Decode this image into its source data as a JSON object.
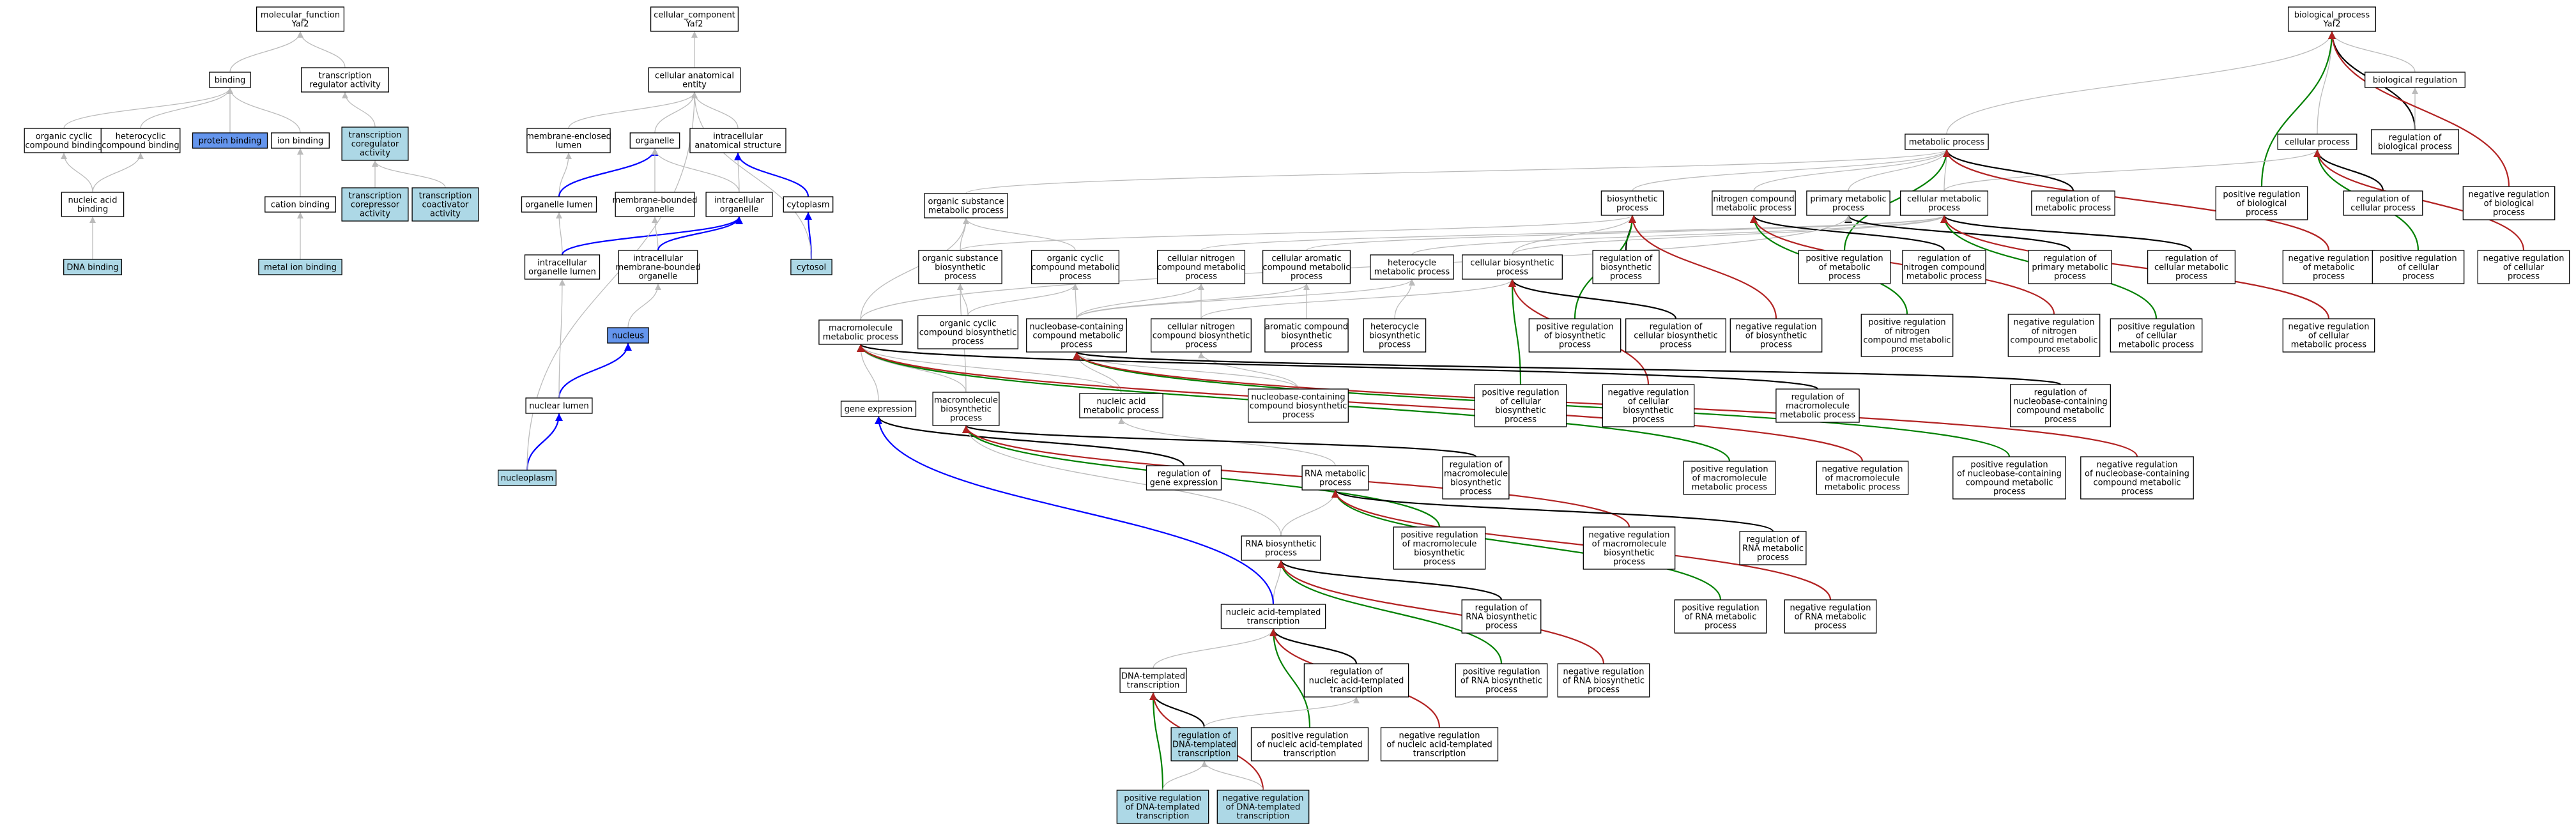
{
  "colors": {
    "plain": "#ffffff",
    "annotated": "#add8e6",
    "highlighted": "#6495ed",
    "is_a": "#bbbbbb",
    "part_of": "#0000ff",
    "regulates": "#000000",
    "positively_regulates": "#008000",
    "negatively_regulates": "#b22222"
  },
  "nodes": [
    {
      "id": "mf",
      "label": "molecular_function\nYaf2",
      "fill": "plain"
    },
    {
      "id": "binding",
      "label": "binding",
      "fill": "plain"
    },
    {
      "id": "trreg",
      "label": "transcription\nregulator activity",
      "fill": "plain"
    },
    {
      "id": "occb",
      "label": "organic cyclic\ncompound binding",
      "fill": "plain"
    },
    {
      "id": "hccb",
      "label": "heterocyclic\ncompound binding",
      "fill": "plain"
    },
    {
      "id": "protbind",
      "label": "protein binding",
      "fill": "highlighted"
    },
    {
      "id": "ionbind",
      "label": "ion binding",
      "fill": "plain"
    },
    {
      "id": "trcoreg",
      "label": "transcription\ncoregulator\nactivity",
      "fill": "annotated"
    },
    {
      "id": "nabind",
      "label": "nucleic acid\nbinding",
      "fill": "plain"
    },
    {
      "id": "catbind",
      "label": "cation binding",
      "fill": "plain"
    },
    {
      "id": "trcorep",
      "label": "transcription\ncorepressor\nactivity",
      "fill": "annotated"
    },
    {
      "id": "trcoact",
      "label": "transcription\ncoactivator\nactivity",
      "fill": "annotated"
    },
    {
      "id": "dnabind",
      "label": "DNA binding",
      "fill": "annotated"
    },
    {
      "id": "metalbind",
      "label": "metal ion binding",
      "fill": "annotated"
    },
    {
      "id": "cc",
      "label": "cellular_component\nYaf2",
      "fill": "plain"
    },
    {
      "id": "cae",
      "label": "cellular anatomical\nentity",
      "fill": "plain"
    },
    {
      "id": "meml",
      "label": "membrane-enclosed\nlumen",
      "fill": "plain"
    },
    {
      "id": "organelle",
      "label": "organelle",
      "fill": "plain"
    },
    {
      "id": "ias",
      "label": "intracellular\nanatomical structure",
      "fill": "plain"
    },
    {
      "id": "orglumen",
      "label": "organelle lumen",
      "fill": "plain"
    },
    {
      "id": "mbo",
      "label": "membrane-bounded\norganelle",
      "fill": "plain"
    },
    {
      "id": "intorg",
      "label": "intracellular\norganelle",
      "fill": "plain"
    },
    {
      "id": "cytoplasm",
      "label": "cytoplasm",
      "fill": "plain"
    },
    {
      "id": "iol",
      "label": "intracellular\norganelle lumen",
      "fill": "plain"
    },
    {
      "id": "imbo",
      "label": "intracellular\nmembrane-bounded\norganelle",
      "fill": "plain"
    },
    {
      "id": "cytosol",
      "label": "cytosol",
      "fill": "annotated"
    },
    {
      "id": "nucleus",
      "label": "nucleus",
      "fill": "highlighted"
    },
    {
      "id": "nuclumen",
      "label": "nuclear lumen",
      "fill": "plain"
    },
    {
      "id": "nucleoplasm",
      "label": "nucleoplasm",
      "fill": "annotated"
    },
    {
      "id": "bp",
      "label": "biological_process\nYaf2",
      "fill": "plain"
    },
    {
      "id": "bioreg",
      "label": "biological regulation",
      "fill": "plain"
    },
    {
      "id": "metproc",
      "label": "metabolic process",
      "fill": "plain"
    },
    {
      "id": "cellproc",
      "label": "cellular process",
      "fill": "plain"
    },
    {
      "id": "regbp",
      "label": "regulation of\nbiological process",
      "fill": "plain"
    },
    {
      "id": "osmp",
      "label": "organic substance\nmetabolic process",
      "fill": "plain"
    },
    {
      "id": "biosyn",
      "label": "biosynthetic\nprocess",
      "fill": "plain"
    },
    {
      "id": "ncmp",
      "label": "nitrogen compound\nmetabolic process",
      "fill": "plain"
    },
    {
      "id": "primmp",
      "label": "primary metabolic\nprocess",
      "fill": "plain"
    },
    {
      "id": "cellmp",
      "label": "cellular metabolic\nprocess",
      "fill": "plain"
    },
    {
      "id": "regmp",
      "label": "regulation of\nmetabolic process",
      "fill": "plain"
    },
    {
      "id": "posregbp",
      "label": "positive regulation\nof biological\nprocess",
      "fill": "plain"
    },
    {
      "id": "regcp",
      "label": "regulation of\ncellular process",
      "fill": "plain"
    },
    {
      "id": "negregbp",
      "label": "negative regulation\nof biological\nprocess",
      "fill": "plain"
    },
    {
      "id": "osbp",
      "label": "organic substance\nbiosynthetic\nprocess",
      "fill": "plain"
    },
    {
      "id": "occmp",
      "label": "organic cyclic\ncompound metabolic\nprocess",
      "fill": "plain"
    },
    {
      "id": "cncmp",
      "label": "cellular nitrogen\ncompound metabolic\nprocess",
      "fill": "plain"
    },
    {
      "id": "cacmp",
      "label": "cellular aromatic\ncompound metabolic\nprocess",
      "fill": "plain"
    },
    {
      "id": "hcmp",
      "label": "heterocycle\nmetabolic process",
      "fill": "plain"
    },
    {
      "id": "cbp",
      "label": "cellular biosynthetic\nprocess",
      "fill": "plain"
    },
    {
      "id": "regbsp",
      "label": "regulation of\nbiosynthetic\nprocess",
      "fill": "plain"
    },
    {
      "id": "posregmp",
      "label": "positive regulation\nof metabolic\nprocess",
      "fill": "plain"
    },
    {
      "id": "regncmp",
      "label": "regulation of\nnitrogen compound\nmetabolic process",
      "fill": "plain"
    },
    {
      "id": "regprimmp",
      "label": "regulation of\nprimary metabolic\nprocess",
      "fill": "plain"
    },
    {
      "id": "regcellmp",
      "label": "regulation of\ncellular metabolic\nprocess",
      "fill": "plain"
    },
    {
      "id": "negregmp",
      "label": "negative regulation\nof metabolic\nprocess",
      "fill": "plain"
    },
    {
      "id": "posregcp",
      "label": "positive regulation\nof cellular\nprocess",
      "fill": "plain"
    },
    {
      "id": "negregcp",
      "label": "negative regulation\nof cellular\nprocess",
      "fill": "plain"
    },
    {
      "id": "macromp",
      "label": "macromolecule\nmetabolic process",
      "fill": "plain"
    },
    {
      "id": "occbp",
      "label": "organic cyclic\ncompound biosynthetic\nprocess",
      "fill": "plain"
    },
    {
      "id": "nccmp",
      "label": "nucleobase-containing\ncompound metabolic\nprocess",
      "fill": "plain"
    },
    {
      "id": "cncbp",
      "label": "cellular nitrogen\ncompound biosynthetic\nprocess",
      "fill": "plain"
    },
    {
      "id": "acbp",
      "label": "aromatic compound\nbiosynthetic\nprocess",
      "fill": "plain"
    },
    {
      "id": "hcbp",
      "label": "heterocycle\nbiosynthetic\nprocess",
      "fill": "plain"
    },
    {
      "id": "posregbsp",
      "label": "positive regulation\nof biosynthetic\nprocess",
      "fill": "plain"
    },
    {
      "id": "regcbp",
      "label": "regulation of\ncellular biosynthetic\nprocess",
      "fill": "plain"
    },
    {
      "id": "negregbsp",
      "label": "negative regulation\nof biosynthetic\nprocess",
      "fill": "plain"
    },
    {
      "id": "posregncmp",
      "label": "positive regulation\nof nitrogen\ncompound metabolic\nprocess",
      "fill": "plain"
    },
    {
      "id": "negregncmp",
      "label": "negative regulation\nof nitrogen\ncompound metabolic\nprocess",
      "fill": "plain"
    },
    {
      "id": "posregcellmp",
      "label": "positive regulation\nof cellular\nmetabolic process",
      "fill": "plain"
    },
    {
      "id": "negregcellmp",
      "label": "negative regulation\nof cellular\nmetabolic process",
      "fill": "plain"
    },
    {
      "id": "geneexp",
      "label": "gene expression",
      "fill": "plain"
    },
    {
      "id": "macrobp",
      "label": "macromolecule\nbiosynthetic\nprocess",
      "fill": "plain"
    },
    {
      "id": "namp",
      "label": "nucleic acid\nmetabolic process",
      "fill": "plain"
    },
    {
      "id": "ncbp",
      "label": "nucleobase-containing\ncompound biosynthetic\nprocess",
      "fill": "plain"
    },
    {
      "id": "posregcbp",
      "label": "positive regulation\nof cellular\nbiosynthetic\nprocess",
      "fill": "plain"
    },
    {
      "id": "negregcbp",
      "label": "negative regulation\nof cellular\nbiosynthetic\nprocess",
      "fill": "plain"
    },
    {
      "id": "regmacromp",
      "label": "regulation of\nmacromolecule\nmetabolic process",
      "fill": "plain"
    },
    {
      "id": "regnccmp",
      "label": "regulation of\nnucleobase-containing\ncompound metabolic\nprocess",
      "fill": "plain"
    },
    {
      "id": "reggeneexp",
      "label": "regulation of\ngene expression",
      "fill": "plain"
    },
    {
      "id": "rnamp",
      "label": "RNA metabolic\nprocess",
      "fill": "plain"
    },
    {
      "id": "regmacrobp",
      "label": "regulation of\nmacromolecule\nbiosynthetic\nprocess",
      "fill": "plain"
    },
    {
      "id": "posregmacromp",
      "label": "positive regulation\nof macromolecule\nmetabolic process",
      "fill": "plain"
    },
    {
      "id": "negregmacromp",
      "label": "negative regulation\nof macromolecule\nmetabolic process",
      "fill": "plain"
    },
    {
      "id": "posregnccmp",
      "label": "positive regulation\nof nucleobase-containing\ncompound metabolic\nprocess",
      "fill": "plain"
    },
    {
      "id": "negregnccmp",
      "label": "negative regulation\nof nucleobase-containing\ncompound metabolic\nprocess",
      "fill": "plain"
    },
    {
      "id": "rnabp",
      "label": "RNA biosynthetic\nprocess",
      "fill": "plain"
    },
    {
      "id": "posregmacrobp",
      "label": "positive regulation\nof macromolecule\nbiosynthetic\nprocess",
      "fill": "plain"
    },
    {
      "id": "negregmacrobp",
      "label": "negative regulation\nof macromolecule\nbiosynthetic\nprocess",
      "fill": "plain"
    },
    {
      "id": "regrnamp",
      "label": "regulation of\nRNA metabolic\nprocess",
      "fill": "plain"
    },
    {
      "id": "natt",
      "label": "nucleic acid-templated\ntranscription",
      "fill": "plain"
    },
    {
      "id": "regrnabp",
      "label": "regulation of\nRNA biosynthetic\nprocess",
      "fill": "plain"
    },
    {
      "id": "posregrnamp",
      "label": "positive regulation\nof RNA metabolic\nprocess",
      "fill": "plain"
    },
    {
      "id": "negregrnamp",
      "label": "negative regulation\nof RNA metabolic\nprocess",
      "fill": "plain"
    },
    {
      "id": "dnatt",
      "label": "DNA-templated\ntranscription",
      "fill": "plain"
    },
    {
      "id": "regnatt",
      "label": "regulation of\nnucleic acid-templated\ntranscription",
      "fill": "plain"
    },
    {
      "id": "posregrnabp",
      "label": "positive regulation\nof RNA biosynthetic\nprocess",
      "fill": "plain"
    },
    {
      "id": "negregrnabp",
      "label": "negative regulation\nof RNA biosynthetic\nprocess",
      "fill": "plain"
    },
    {
      "id": "regdnatt",
      "label": "regulation of\nDNA-templated\ntranscription",
      "fill": "annotated"
    },
    {
      "id": "posregnatt",
      "label": "positive regulation\nof nucleic acid-templated\ntranscription",
      "fill": "plain"
    },
    {
      "id": "negregnatt",
      "label": "negative regulation\nof nucleic acid-templated\ntranscription",
      "fill": "plain"
    },
    {
      "id": "posregdnatt",
      "label": "positive regulation\nof DNA-templated\ntranscription",
      "fill": "annotated"
    },
    {
      "id": "negregdnatt",
      "label": "negative regulation\nof DNA-templated\ntranscription",
      "fill": "annotated"
    }
  ],
  "edges": [
    [
      "binding",
      "mf",
      "is_a"
    ],
    [
      "trreg",
      "mf",
      "is_a"
    ],
    [
      "occb",
      "binding",
      "is_a"
    ],
    [
      "hccb",
      "binding",
      "is_a"
    ],
    [
      "protbind",
      "binding",
      "is_a"
    ],
    [
      "ionbind",
      "binding",
      "is_a"
    ],
    [
      "trcoreg",
      "trreg",
      "is_a"
    ],
    [
      "nabind",
      "occb",
      "is_a"
    ],
    [
      "nabind",
      "hccb",
      "is_a"
    ],
    [
      "catbind",
      "ionbind",
      "is_a"
    ],
    [
      "trcorep",
      "trcoreg",
      "is_a"
    ],
    [
      "trcoact",
      "trcoreg",
      "is_a"
    ],
    [
      "dnabind",
      "nabind",
      "is_a"
    ],
    [
      "metalbind",
      "catbind",
      "is_a"
    ],
    [
      "cae",
      "cc",
      "is_a"
    ],
    [
      "meml",
      "cae",
      "is_a"
    ],
    [
      "organelle",
      "cae",
      "is_a"
    ],
    [
      "ias",
      "cae",
      "is_a"
    ],
    [
      "orglumen",
      "meml",
      "is_a"
    ],
    [
      "orglumen",
      "organelle",
      "part_of"
    ],
    [
      "mbo",
      "organelle",
      "is_a"
    ],
    [
      "intorg",
      "organelle",
      "is_a"
    ],
    [
      "intorg",
      "ias",
      "is_a"
    ],
    [
      "cytoplasm",
      "ias",
      "part_of"
    ],
    [
      "cytosol",
      "cytoplasm",
      "part_of"
    ],
    [
      "cytosol",
      "cae",
      "is_a"
    ],
    [
      "iol",
      "orglumen",
      "is_a"
    ],
    [
      "iol",
      "intorg",
      "part_of"
    ],
    [
      "imbo",
      "mbo",
      "is_a"
    ],
    [
      "imbo",
      "intorg",
      "part_of"
    ],
    [
      "nucleus",
      "imbo",
      "is_a"
    ],
    [
      "nuclumen",
      "nucleus",
      "part_of"
    ],
    [
      "nuclumen",
      "iol",
      "is_a"
    ],
    [
      "nucleoplasm",
      "nuclumen",
      "part_of"
    ],
    [
      "nucleoplasm",
      "cae",
      "is_a"
    ],
    [
      "metproc",
      "bp",
      "is_a"
    ],
    [
      "cellproc",
      "bp",
      "is_a"
    ],
    [
      "regbp",
      "bp",
      "regulates"
    ],
    [
      "regbp",
      "bioreg",
      "is_a"
    ],
    [
      "bioreg",
      "bp",
      "is_a"
    ],
    [
      "posregbp",
      "bp",
      "positively_regulates"
    ],
    [
      "negregbp",
      "bp",
      "negatively_regulates"
    ],
    [
      "osmp",
      "metproc",
      "is_a"
    ],
    [
      "biosyn",
      "metproc",
      "is_a"
    ],
    [
      "ncmp",
      "metproc",
      "is_a"
    ],
    [
      "primmp",
      "metproc",
      "is_a"
    ],
    [
      "cellmp",
      "metproc",
      "is_a"
    ],
    [
      "cellmp",
      "cellproc",
      "is_a"
    ],
    [
      "regmp",
      "metproc",
      "regulates"
    ],
    [
      "regcp",
      "cellproc",
      "regulates"
    ],
    [
      "posregmp",
      "metproc",
      "positively_regulates"
    ],
    [
      "negregmp",
      "metproc",
      "negatively_regulates"
    ],
    [
      "posregcp",
      "cellproc",
      "positively_regulates"
    ],
    [
      "negregcp",
      "cellproc",
      "negatively_regulates"
    ],
    [
      "osbp",
      "osmp",
      "is_a"
    ],
    [
      "osbp",
      "biosyn",
      "is_a"
    ],
    [
      "occmp",
      "osmp",
      "is_a"
    ],
    [
      "cncmp",
      "cellmp",
      "is_a"
    ],
    [
      "cacmp",
      "cellmp",
      "is_a"
    ],
    [
      "hcmp",
      "cellmp",
      "is_a"
    ],
    [
      "cbp",
      "biosyn",
      "is_a"
    ],
    [
      "cbp",
      "cellmp",
      "is_a"
    ],
    [
      "regbsp",
      "biosyn",
      "regulates"
    ],
    [
      "regncmp",
      "ncmp",
      "regulates"
    ],
    [
      "regprimmp",
      "primmp",
      "regulates"
    ],
    [
      "regcellmp",
      "cellmp",
      "regulates"
    ],
    [
      "macromp",
      "osmp",
      "is_a"
    ],
    [
      "macromp",
      "primmp",
      "is_a"
    ],
    [
      "occbp",
      "occmp",
      "is_a"
    ],
    [
      "occbp",
      "osbp",
      "is_a"
    ],
    [
      "nccmp",
      "occmp",
      "is_a"
    ],
    [
      "nccmp",
      "cncmp",
      "is_a"
    ],
    [
      "nccmp",
      "hcmp",
      "is_a"
    ],
    [
      "nccmp",
      "cacmp",
      "is_a"
    ],
    [
      "cncbp",
      "cncmp",
      "is_a"
    ],
    [
      "cncbp",
      "cbp",
      "is_a"
    ],
    [
      "acbp",
      "cacmp",
      "is_a"
    ],
    [
      "hcbp",
      "hcmp",
      "is_a"
    ],
    [
      "posregbsp",
      "biosyn",
      "positively_regulates"
    ],
    [
      "regcbp",
      "cbp",
      "regulates"
    ],
    [
      "negregbsp",
      "biosyn",
      "negatively_regulates"
    ],
    [
      "posregncmp",
      "ncmp",
      "positively_regulates"
    ],
    [
      "negregncmp",
      "ncmp",
      "negatively_regulates"
    ],
    [
      "posregcellmp",
      "cellmp",
      "positively_regulates"
    ],
    [
      "negregcellmp",
      "cellmp",
      "negatively_regulates"
    ],
    [
      "geneexp",
      "macromp",
      "is_a"
    ],
    [
      "macrobp",
      "macromp",
      "is_a"
    ],
    [
      "macrobp",
      "osbp",
      "is_a"
    ],
    [
      "namp",
      "nccmp",
      "is_a"
    ],
    [
      "namp",
      "macromp",
      "is_a"
    ],
    [
      "ncbp",
      "nccmp",
      "is_a"
    ],
    [
      "ncbp",
      "cncbp",
      "is_a"
    ],
    [
      "posregcbp",
      "cbp",
      "positively_regulates"
    ],
    [
      "negregcbp",
      "cbp",
      "negatively_regulates"
    ],
    [
      "regmacromp",
      "macromp",
      "regulates"
    ],
    [
      "regnccmp",
      "nccmp",
      "regulates"
    ],
    [
      "reggeneexp",
      "geneexp",
      "regulates"
    ],
    [
      "rnamp",
      "namp",
      "is_a"
    ],
    [
      "regmacrobp",
      "macrobp",
      "regulates"
    ],
    [
      "posregmacromp",
      "macromp",
      "positively_regulates"
    ],
    [
      "negregmacromp",
      "macromp",
      "negatively_regulates"
    ],
    [
      "posregnccmp",
      "nccmp",
      "positively_regulates"
    ],
    [
      "negregnccmp",
      "nccmp",
      "negatively_regulates"
    ],
    [
      "rnabp",
      "rnamp",
      "is_a"
    ],
    [
      "rnabp",
      "macrobp",
      "is_a"
    ],
    [
      "posregmacrobp",
      "macrobp",
      "positively_regulates"
    ],
    [
      "negregmacrobp",
      "macrobp",
      "negatively_regulates"
    ],
    [
      "regrnamp",
      "rnamp",
      "regulates"
    ],
    [
      "natt",
      "rnabp",
      "is_a"
    ],
    [
      "natt",
      "geneexp",
      "part_of"
    ],
    [
      "regrnabp",
      "rnabp",
      "regulates"
    ],
    [
      "posregrnamp",
      "rnamp",
      "positively_regulates"
    ],
    [
      "negregrnamp",
      "rnamp",
      "negatively_regulates"
    ],
    [
      "dnatt",
      "natt",
      "is_a"
    ],
    [
      "regnatt",
      "natt",
      "regulates"
    ],
    [
      "posregrnabp",
      "rnabp",
      "positively_regulates"
    ],
    [
      "negregrnabp",
      "rnabp",
      "negatively_regulates"
    ],
    [
      "regdnatt",
      "dnatt",
      "regulates"
    ],
    [
      "posregnatt",
      "natt",
      "positively_regulates"
    ],
    [
      "negregnatt",
      "natt",
      "negatively_regulates"
    ],
    [
      "posregdnatt",
      "dnatt",
      "positively_regulates"
    ],
    [
      "negregdnatt",
      "dnatt",
      "negatively_regulates"
    ],
    [
      "regdnatt",
      "regnatt",
      "is_a"
    ],
    [
      "posregdnatt",
      "regdnatt",
      "is_a"
    ],
    [
      "negregdnatt",
      "regdnatt",
      "is_a"
    ]
  ]
}
